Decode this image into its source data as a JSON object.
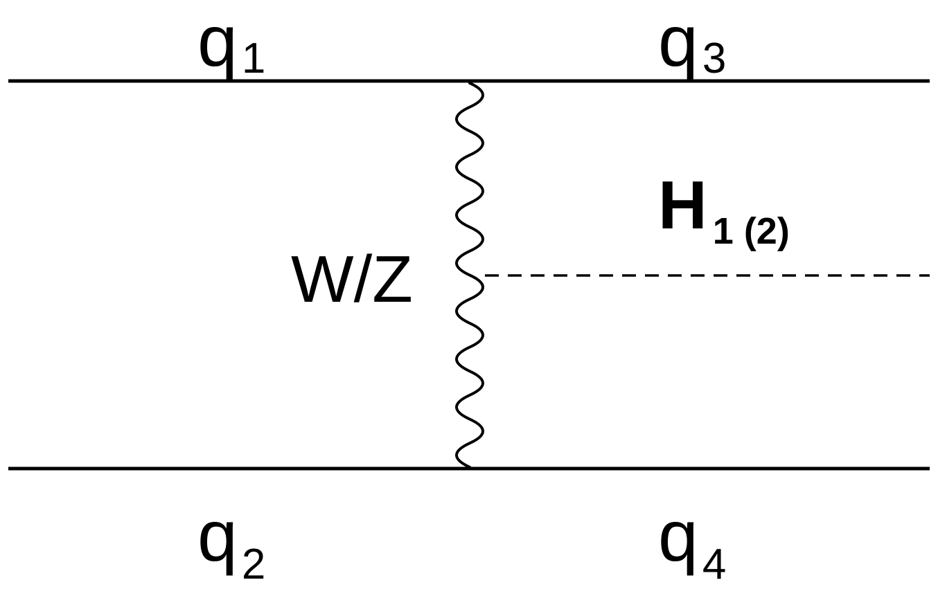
{
  "diagram": {
    "type": "feynman-diagram",
    "particles": {
      "q1": {
        "symbol": "q",
        "index": "1"
      },
      "q2": {
        "symbol": "q",
        "index": "2"
      },
      "q3": {
        "symbol": "q",
        "index": "3"
      },
      "q4": {
        "symbol": "q",
        "index": "4"
      }
    },
    "boson_label": "W/Z",
    "higgs": {
      "symbol": "H",
      "index": "1 (2)"
    },
    "colors": {
      "ink": "#000000",
      "background": "#ffffff"
    }
  }
}
